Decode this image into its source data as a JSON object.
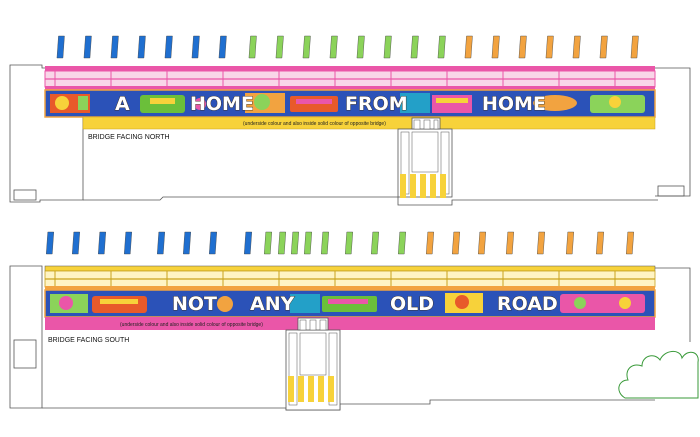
{
  "colors": {
    "blue": "#1f6fd0",
    "green": "#8bd35a",
    "orange": "#f2a340",
    "pink": "#ea56a8",
    "yellow": "#f7d23a",
    "mural_bg": "#2b52b8",
    "outline": "#555555"
  },
  "north": {
    "label": "BRIDGE FACING NORTH",
    "caption": "(underside colour and also inside solid colour of opposite bridge)",
    "words": [
      "A",
      "HOME",
      "FROM",
      "HOME"
    ]
  },
  "south": {
    "label": "BRIDGE FACING SOUTH",
    "caption": "(underside colour and also inside solid colour of opposite bridge)",
    "words": [
      "NOT",
      "ANY",
      "OLD",
      "ROAD"
    ]
  }
}
